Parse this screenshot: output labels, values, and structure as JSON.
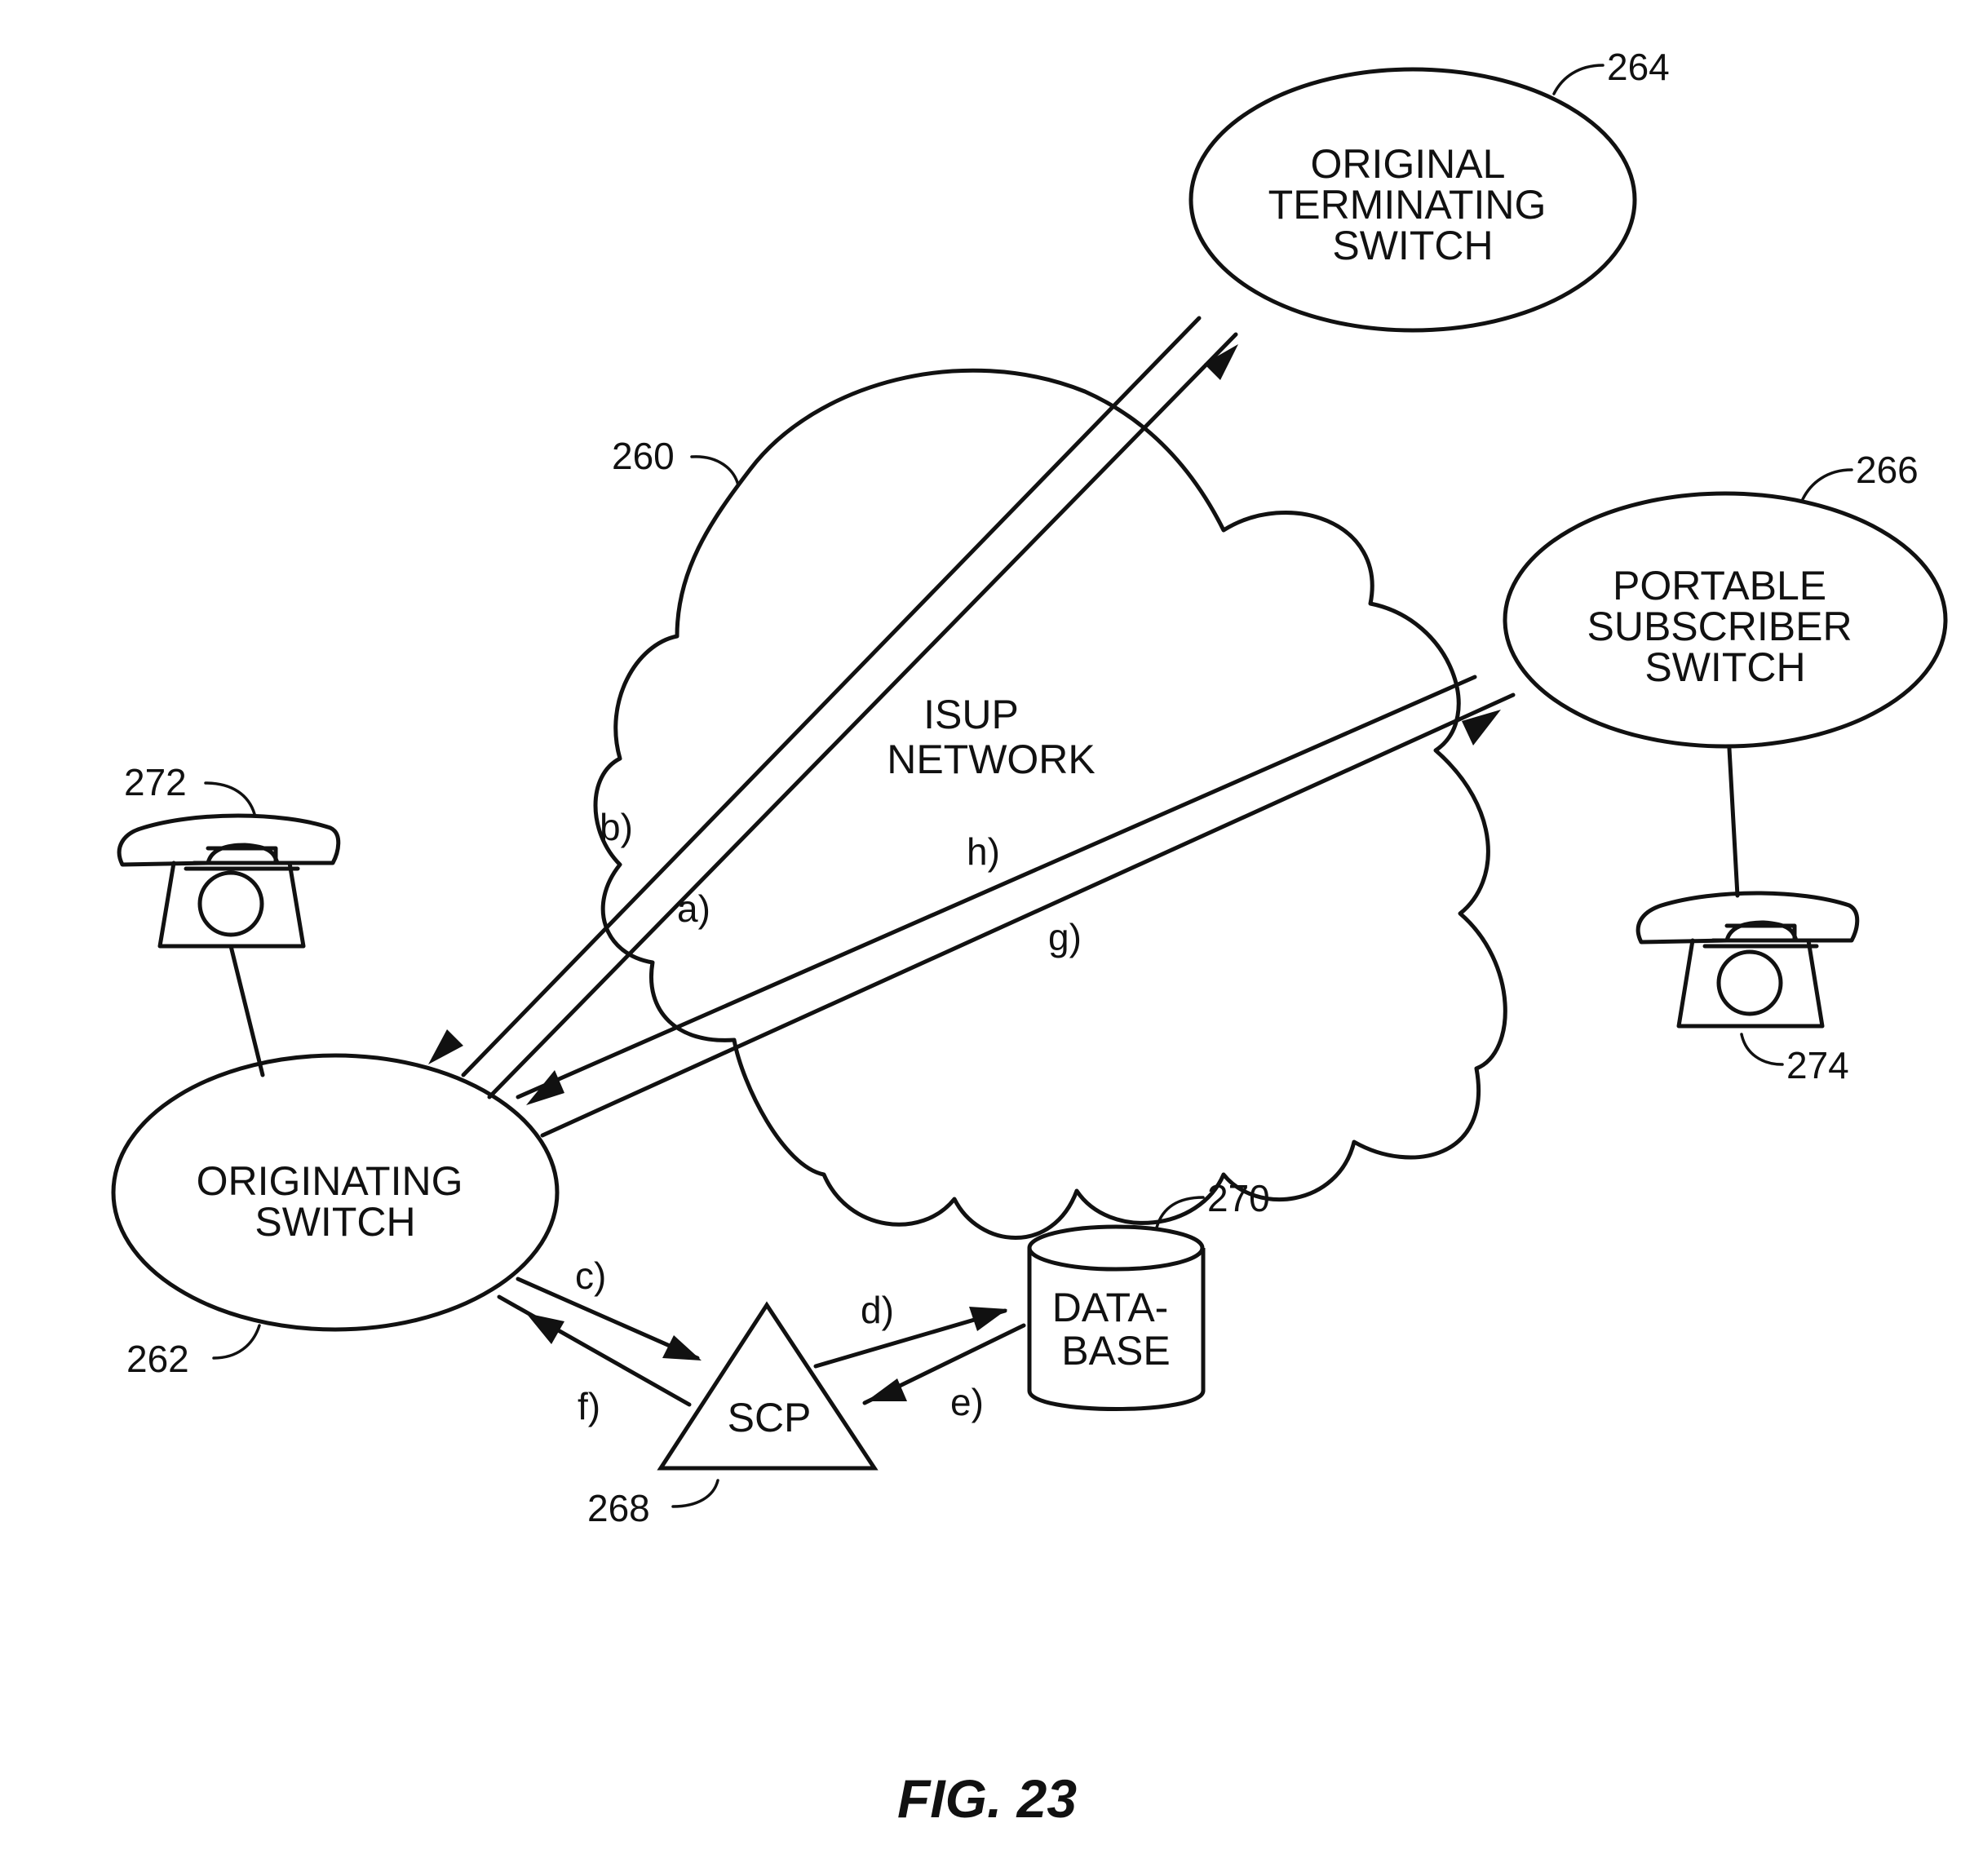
{
  "nodes": {
    "terminating": {
      "lines": [
        "ORIGINAL",
        "TERMINATING",
        "SWITCH"
      ],
      "ref": "264"
    },
    "portable": {
      "lines": [
        "PORTABLE",
        "SUBSCRIBER",
        "SWITCH"
      ],
      "ref": "266"
    },
    "originating": {
      "lines": [
        "ORIGINATING",
        "SWITCH"
      ],
      "ref": "262"
    },
    "network": {
      "lines": [
        "ISUP",
        "NETWORK"
      ],
      "ref": "260"
    },
    "scp": {
      "label": "SCP",
      "ref": "268"
    },
    "database": {
      "lines": [
        "DATA-",
        "BASE"
      ],
      "ref": "270"
    },
    "phone_left": {
      "ref": "272"
    },
    "phone_right": {
      "ref": "274"
    }
  },
  "steps": {
    "a": "a)",
    "b": "b)",
    "c": "c)",
    "d": "d)",
    "e": "e)",
    "f": "f)",
    "g": "g)",
    "h": "h)"
  },
  "figure_label": "FIG. 23"
}
